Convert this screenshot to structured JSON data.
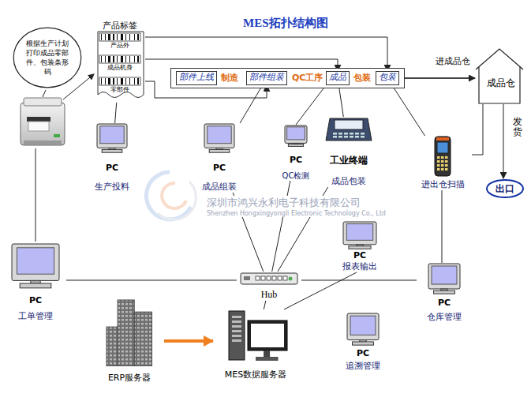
{
  "diagram": {
    "title": "MES拓扑结构图",
    "nodes": [
      {
        "text": [
          "根据生产计划打印成品零部件、包装条形码"
        ]
      },
      {
        "text": [
          "产品标签",
          "产品外",
          "成品机身",
          "零部件"
        ]
      },
      {
        "text": [
          "制造",
          "QC工序",
          "包装"
        ]
      },
      {
        "text": [
          "部件上线"
        ],
        "in": 2
      },
      {
        "text": [
          "部件组装"
        ],
        "in": 2
      },
      {
        "text": [
          "成品"
        ],
        "in": 2
      },
      {
        "text": [
          "包装"
        ],
        "in": 2
      },
      {
        "text": [
          "成品仓"
        ]
      },
      {
        "text": [
          "PC",
          "生产投料"
        ]
      },
      {
        "text": [
          "PC",
          "成品组装"
        ]
      },
      {
        "text": [
          "PC",
          "QC检测"
        ]
      },
      {
        "text": [
          "工业终端",
          "成品包装"
        ]
      },
      {
        "text": [
          "进出仓扫描"
        ]
      },
      {
        "text": [
          "出口"
        ]
      },
      {
        "text": [
          "PC",
          "工单管理"
        ]
      },
      {
        "text": [
          "Hub"
        ]
      },
      {
        "text": [
          "PC",
          "报表输出"
        ]
      },
      {
        "text": [
          "PC",
          "仓库管理"
        ]
      },
      {
        "text": [
          "ERP服务器"
        ]
      },
      {
        "text": [
          "MES数据服务器"
        ]
      },
      {
        "text": [
          "PC",
          "追溯管理"
        ]
      }
    ],
    "edges": [
      {
        "from": 1,
        "to": 6,
        "arrow": "to"
      },
      {
        "from": 1,
        "to": 5,
        "arrow": "to"
      },
      {
        "from": 1,
        "to": 4,
        "arrow": "to"
      },
      {
        "from": 8,
        "to": 1,
        "arrow": "none"
      },
      {
        "from": 9,
        "to": 4,
        "arrow": "none"
      },
      {
        "from": 10,
        "to": 2,
        "arrow": "none"
      },
      {
        "from": 11,
        "to": 5,
        "arrow": "none"
      },
      {
        "from": 12,
        "to": 6,
        "arrow": "none"
      },
      {
        "from": 2,
        "to": 7,
        "label": "进成品仓",
        "arrow": "to"
      },
      {
        "from": 7,
        "to": 13,
        "label": "发货",
        "arrow": "to"
      },
      {
        "from": 12,
        "to": 7,
        "arrow": "none"
      },
      {
        "from": 14,
        "to": 15,
        "arrow": "none"
      },
      {
        "from": 15,
        "to": 17,
        "arrow": "none"
      },
      {
        "from": 15,
        "to": 9,
        "arrow": "none"
      },
      {
        "from": 15,
        "to": 10,
        "arrow": "none"
      },
      {
        "from": 15,
        "to": 11,
        "arrow": "none"
      },
      {
        "from": 15,
        "to": 19,
        "arrow": "none"
      },
      {
        "from": 19,
        "to": 16,
        "arrow": "none"
      },
      {
        "from": 17,
        "to": 12,
        "arrow": "none"
      },
      {
        "from": 18,
        "to": 19,
        "arrow": "to"
      }
    ],
    "labels": [
      "深圳市鸿兴永利电子科技有限公司",
      "Shenzhen Hongxingyongli Electronic Technology Co., Ltd"
    ]
  }
}
